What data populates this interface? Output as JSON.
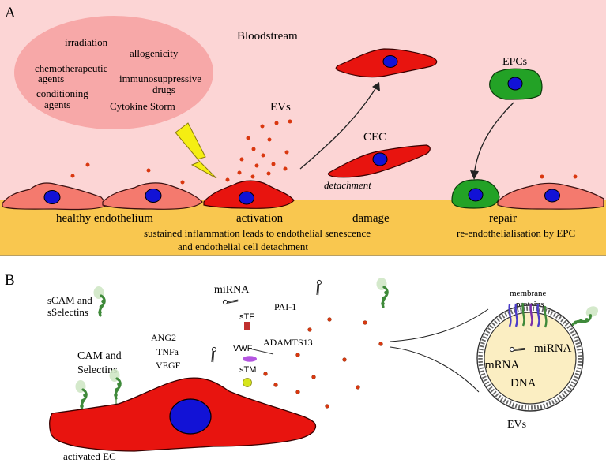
{
  "panel_a": {
    "letter": "A",
    "bloodstream": "Bloodstream",
    "triggers": [
      "irradiation",
      "allogenicity",
      "chemotherapeutic",
      "agents",
      "immunosuppressive",
      "drugs",
      "conditioning",
      "agents",
      "Cytokine Storm"
    ],
    "evs_label": "EVs",
    "cec_label": "CEC",
    "detachment_label": "detachment",
    "epcs_label": "EPCs",
    "stages": [
      "healthy endothelium",
      "activation",
      "damage",
      "repair"
    ],
    "caption_left": [
      "sustained inflammation leads to endothelial senescence",
      "and endothelial cell detachment"
    ],
    "caption_right": "re-endothelialisation by EPC"
  },
  "panel_b": {
    "letter": "B",
    "scam_label": [
      "sCAM and",
      "sSelectins"
    ],
    "cam_label": [
      "CAM and",
      "Selectins"
    ],
    "cytokines": [
      "ANG2",
      "TNFa",
      "VEGF"
    ],
    "mirna_label": "miRNA",
    "pai1_label": "PAI-1",
    "stf_label": "sTF",
    "vwf_label": "VWF",
    "adamts13_label": "ADAMTS13",
    "stm_label": "sTM",
    "activated_ec_label": "activated EC",
    "ev_membrane_label": [
      "membrane",
      "proteins"
    ],
    "ev_contents": [
      "miRNA",
      "mRNA",
      "DNA"
    ],
    "evs_label": "EVs"
  },
  "colors": {
    "bloodstream": "#fcd5d5",
    "tissue": "#f9c74f",
    "trigger_cloud": "#f7a8a8",
    "healthy_cell": "#f47a6e",
    "activated_cell": "#e8140f",
    "nucleus": "#1212d6",
    "epc": "#23a226",
    "ev_dot": "#d9370f",
    "lightning": "#f5ee12",
    "ev_lumen": "#fbeec2",
    "stf": "#c0302e",
    "vwf": "#b455e0",
    "stm": "#d6e51c",
    "selectin": "#3f8a3a"
  }
}
